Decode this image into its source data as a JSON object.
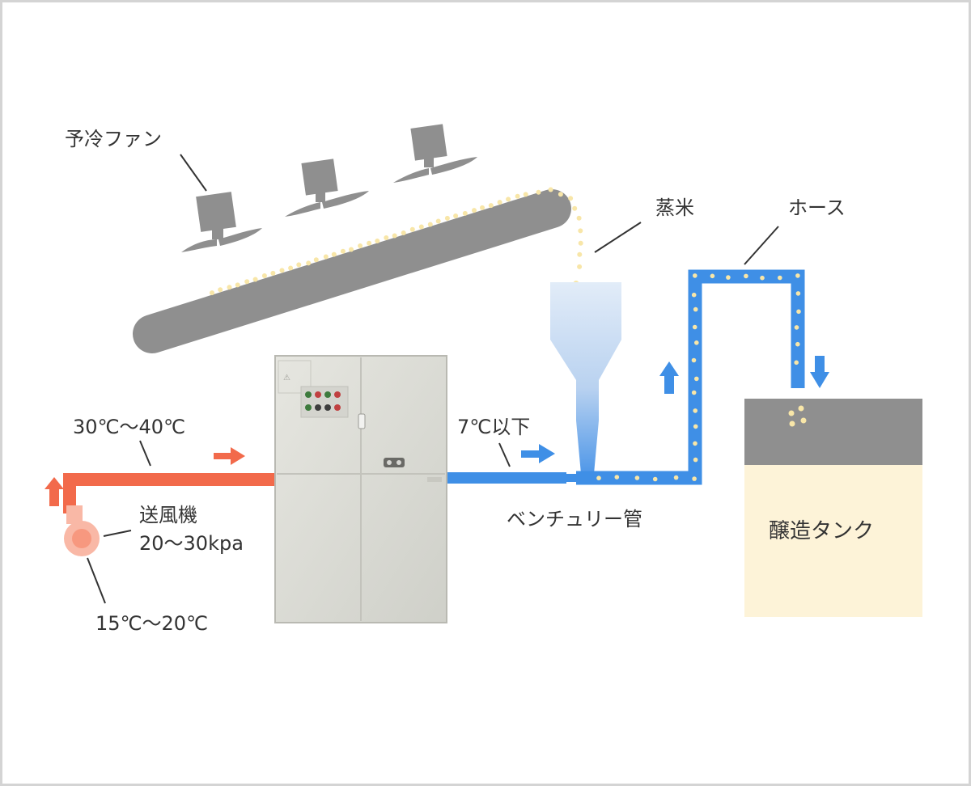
{
  "labels": {
    "precool_fan": "予冷ファン",
    "steamed_rice": "蒸米",
    "hose": "ホース",
    "inlet_temp": "30℃〜40℃",
    "blower_name": "送風機",
    "blower_pressure": "20〜30kpa",
    "ambient_temp": "15℃〜20℃",
    "outlet_temp": "7℃以下",
    "venturi": "ベンチュリー管",
    "tank": "醸造タンク"
  },
  "colors": {
    "hot_air": "#f26a4b",
    "cold_air": "#3f8fe6",
    "rice": "#f8e6a8",
    "conveyor": "#8f8f8f",
    "tank_top": "#8f8f8f",
    "tank_body": "#fdf3d8",
    "cabinet": "#dcdcd6",
    "frame_border": "#d4d4d4"
  },
  "icons": {
    "fans": "fan-icon",
    "blower": "blower-icon",
    "flow_arrows": "arrow-icon"
  }
}
